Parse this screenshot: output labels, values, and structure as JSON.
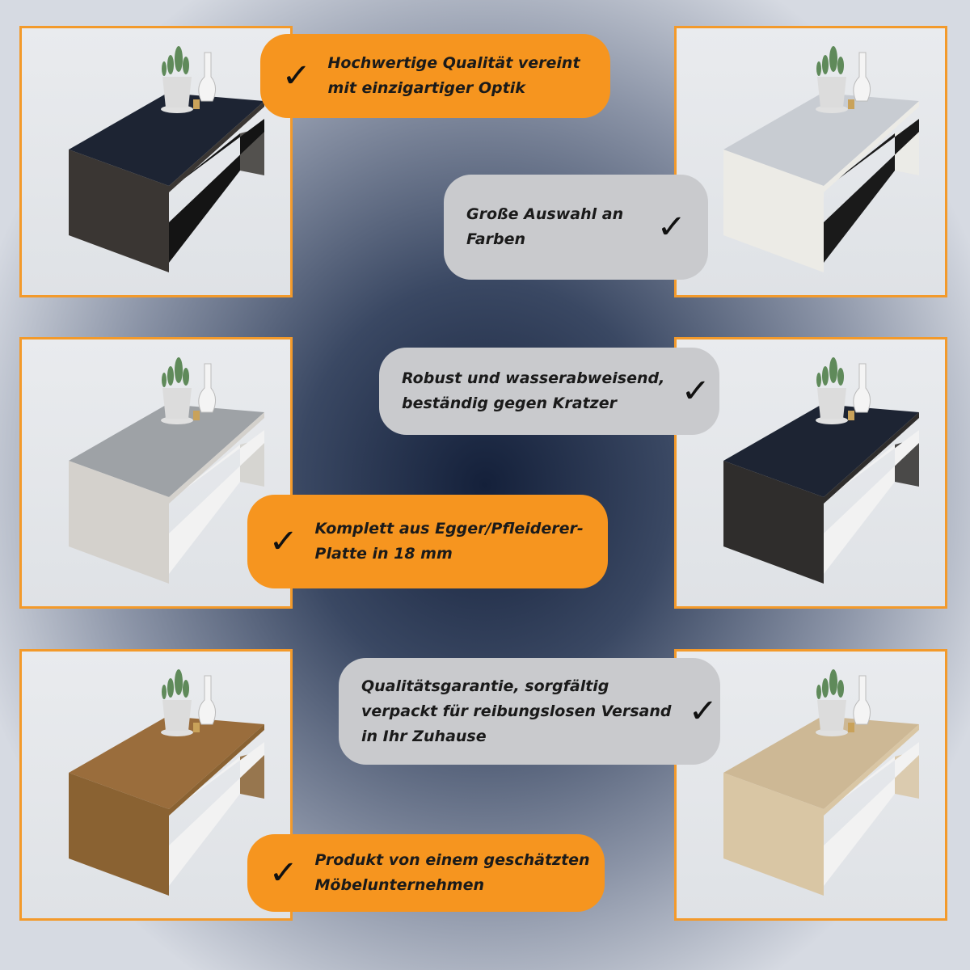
{
  "features": [
    {
      "lines": [
        "Hochwertige Qualität vereint",
        "mit einzigartiger Optik"
      ],
      "style": "orange",
      "check": "left",
      "icon": "check-icon"
    },
    {
      "lines": [
        "Große Auswahl an",
        "Farben"
      ],
      "style": "gray",
      "check": "right",
      "icon": "check-icon"
    },
    {
      "lines": [
        "Robust und wasserabweisend,",
        "beständig gegen Kratzer"
      ],
      "style": "gray",
      "check": "right",
      "icon": "check-icon"
    },
    {
      "lines": [
        "Komplett aus Egger/Pfleiderer-",
        "Platte in 18 mm"
      ],
      "style": "orange",
      "check": "left",
      "icon": "check-icon"
    },
    {
      "lines": [
        "Qualitätsgarantie, sorgfältig",
        "verpackt für reibungslosen Versand",
        "in Ihr Zuhause"
      ],
      "style": "gray",
      "check": "right",
      "icon": "check-icon"
    },
    {
      "lines": [
        "Produkt von einem geschätzten",
        "Möbelunternehmen"
      ],
      "style": "orange",
      "check": "left",
      "icon": "check-icon"
    }
  ],
  "products": [
    {
      "variant": "black",
      "top": "#1d2433",
      "side": "#3a3633",
      "shelf": "#141414"
    },
    {
      "variant": "white",
      "top": "#c8ccd2",
      "side": "#ecebe6",
      "shelf": "#1a1a1a"
    },
    {
      "variant": "concrete",
      "top": "#9ea2a6",
      "side": "#d4d1cc",
      "shelf": "#f2f2f2"
    },
    {
      "variant": "black-white",
      "top": "#1d2433",
      "side": "#2f2d2c",
      "shelf": "#f2f2f2"
    },
    {
      "variant": "oak-dark",
      "top": "#9a6d3c",
      "side": "#8a6232",
      "shelf": "#f2f2f2"
    },
    {
      "variant": "oak-light",
      "top": "#cdb895",
      "side": "#d9c6a4",
      "shelf": "#f2f2f2"
    }
  ],
  "colors": {
    "accent": "#f6951f",
    "frame": "#f39a2b",
    "pill_gray": "#c9cacd"
  }
}
